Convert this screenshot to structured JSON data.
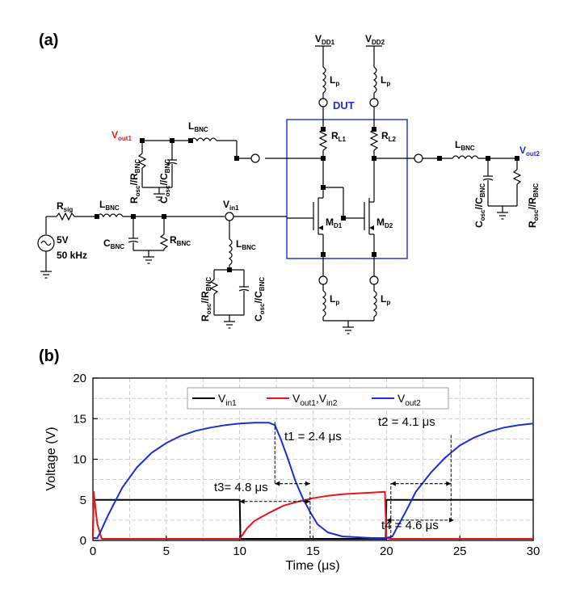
{
  "panel_a": {
    "label": "(a)",
    "dut_label": "DUT",
    "colors": {
      "vout1": "#e8141b",
      "vout2": "#1a2fd6",
      "dut_box": "#1a2fd6"
    }
  },
  "panel_b": {
    "label": "(b)"
  },
  "chart_data": {
    "type": "line",
    "xlabel": "Time (μs)",
    "ylabel": "Voltage (V)",
    "xlim": [
      0,
      30
    ],
    "ylim": [
      0,
      20
    ],
    "xticks": [
      0,
      5,
      10,
      15,
      20,
      25,
      30
    ],
    "yticks": [
      0,
      5,
      10,
      15,
      20
    ],
    "grid": true,
    "legend": "top",
    "series": [
      {
        "name": "Vin1",
        "color": "#000000",
        "x": [
          0,
          0.05,
          0.1,
          9.95,
          10,
          10.05,
          19.95,
          20,
          20.05,
          30
        ],
        "y": [
          0.3,
          5,
          5,
          5,
          5,
          0.2,
          0.2,
          5,
          5,
          5
        ]
      },
      {
        "name": "Vout1,Vin2",
        "color": "#e8141b",
        "x": [
          0,
          0.05,
          0.3,
          0.6,
          9.9,
          10,
          10.5,
          11,
          12,
          13,
          14,
          15,
          16,
          17,
          18,
          19,
          19.9,
          20,
          20.3,
          30
        ],
        "y": [
          0.1,
          6,
          2,
          0.2,
          0.2,
          0.2,
          1.5,
          2.4,
          3.4,
          4.3,
          4.8,
          5.2,
          5.5,
          5.7,
          5.8,
          5.9,
          6,
          0.3,
          0.2,
          0.2
        ]
      },
      {
        "name": "Vout2",
        "color": "#1a2fd6",
        "x": [
          0,
          0.3,
          0.5,
          1,
          2,
          3,
          4,
          5,
          6,
          7,
          8,
          9,
          10,
          11,
          12,
          12.4,
          12.8,
          13.3,
          13.8,
          14.3,
          14.8,
          15.3,
          16,
          17,
          18,
          19,
          19.9,
          20,
          20.4,
          21,
          21.5,
          22,
          23,
          24,
          25,
          26,
          27,
          28,
          29,
          30
        ],
        "y": [
          0.3,
          0.3,
          1,
          3,
          6.5,
          9,
          10.8,
          12,
          12.9,
          13.5,
          13.9,
          14.2,
          14.4,
          14.5,
          14.5,
          14.2,
          12.5,
          10,
          7.3,
          5.2,
          3.5,
          2,
          1,
          0.5,
          0.4,
          0.3,
          0.3,
          0.3,
          0.5,
          2.5,
          4.2,
          6,
          8.3,
          10.2,
          11.7,
          12.7,
          13.4,
          13.9,
          14.2,
          14.4
        ]
      }
    ],
    "annotations": [
      {
        "label": "t1 = 2.4 μs",
        "x_start": 12.4,
        "x_end": 14.8,
        "y": 7
      },
      {
        "label": "t2 = 4.1 μs",
        "x_start": 20.3,
        "x_end": 24.4,
        "y": 7
      },
      {
        "label": "t3= 4.8 μs",
        "x_start": 10,
        "x_end": 14.8,
        "y": 4.8
      },
      {
        "label": "t4 = 4.6 μs",
        "x_start": 20,
        "x_end": 24.6,
        "y": 2.5
      }
    ]
  }
}
